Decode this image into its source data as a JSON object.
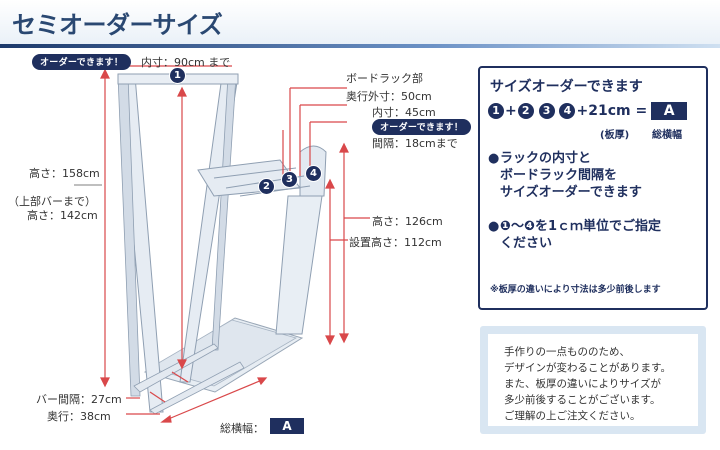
{
  "header": {
    "title": "セミオーダーサイズ"
  },
  "badges": {
    "order_top": "オーダーできます！",
    "order_right": "オーダーできます！"
  },
  "dims": {
    "inner_width": "内寸：90cm まで",
    "board_rack_section": "ボードラック部",
    "depth_outer": "奥行外寸：50cm",
    "inner_depth": "内寸：45cm",
    "spacing": "間隔：18cmまで",
    "height": "高さ：158cm",
    "upper_bar_note": "（上部バーまで）",
    "height_upper": "高さ：142cm",
    "rack_height": "高さ：126cm",
    "install_height": "設置高さ：112cm",
    "bar_spacing": "バー間隔：27cm",
    "depth": "奥行：38cm",
    "total_width_label": "総横幅：",
    "total_width_value": "A"
  },
  "markers": [
    "1",
    "2",
    "3",
    "4"
  ],
  "panel": {
    "title": "サイズオーダーできます",
    "formula_n1": "1",
    "formula_plus": "+",
    "formula_n2": "2",
    "formula_n3": "3",
    "formula_n4": "4",
    "formula_tail": "+21cm =",
    "formula_a": "A",
    "thickness_label": "(板厚)",
    "total_label": "総横幅",
    "bullet1_dot": "●",
    "bullet1_l1": "ラックの内寸と",
    "bullet1_l2": "ボードラック間隔を",
    "bullet1_l3": "サイズオーダーできます",
    "bullet2_dot": "●",
    "bullet2_l1": "❶〜❹を1ｃｍ単位でご指定",
    "bullet2_l2": "ください",
    "note": "※板厚の違いにより寸法は多少前後します"
  },
  "notice": {
    "l1": "手作りの一点もののため、",
    "l2": "デザインが変わることがあります。",
    "l3": "また、板厚の違いによりサイズが",
    "l4": "多少前後することがございます。",
    "l5": "ご理解の上ご注文ください。"
  },
  "colors": {
    "navy": "#1f2f5e",
    "title_blue": "#2a4872",
    "dim_red": "#d9484a",
    "wood": "#dfe6ee"
  }
}
